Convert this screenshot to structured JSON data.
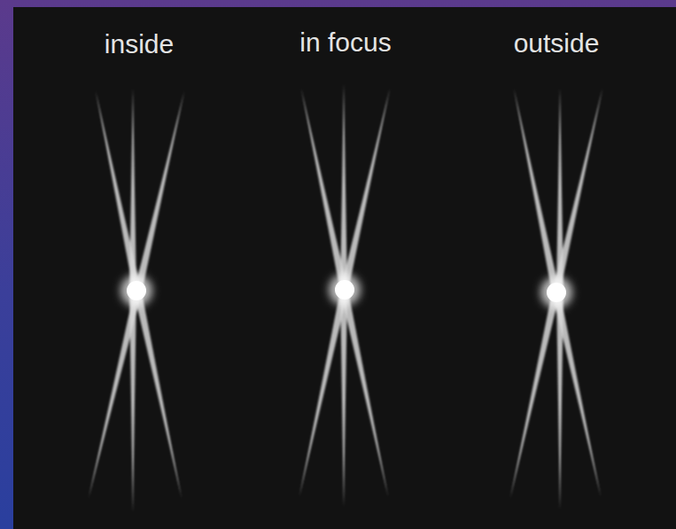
{
  "diagram": {
    "labels": [
      "inside",
      "in focus",
      "outside"
    ]
  }
}
